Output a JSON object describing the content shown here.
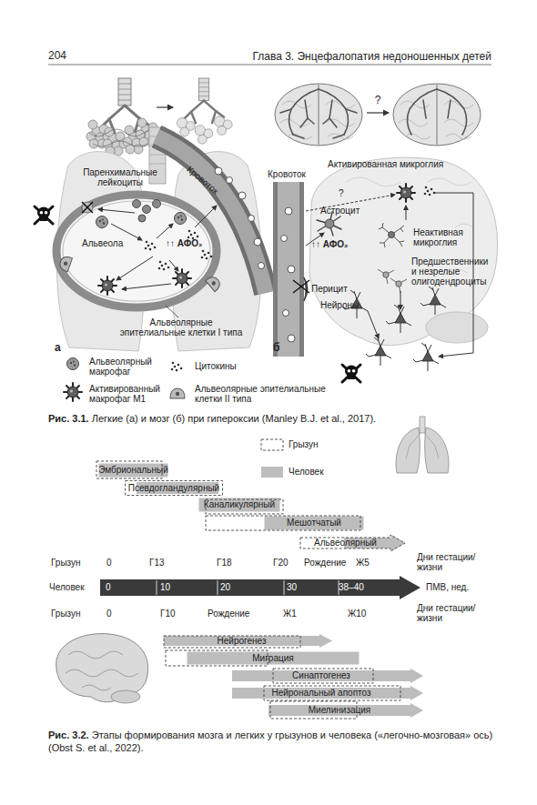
{
  "diagram": {
    "title": "Глава 3. Энцефалопатия недоношенных детей",
    "nodes": [
      {
        "text": [
          "Эмбриональный"
        ]
      },
      {
        "text": [
          "Псевдогландулярный"
        ]
      },
      {
        "text": [
          "Каналикулярный"
        ]
      },
      {
        "text": [
          "Мешотчатый"
        ]
      },
      {
        "text": [
          "Альвеолярный"
        ]
      },
      {
        "text": [
          "0",
          "10",
          "20",
          "30",
          "38–40"
        ]
      },
      {
        "text": [
          "Нейрогенез"
        ]
      },
      {
        "text": [
          "Миграция"
        ]
      },
      {
        "text": [
          "Синаптогенез"
        ]
      },
      {
        "text": [
          "Нейрональный апоптоз"
        ]
      },
      {
        "text": [
          "Миелинизация"
        ]
      }
    ],
    "labels": [
      "204",
      "Паренхимальные лейкоциты",
      "Кровоток",
      "Альвеола",
      "↑↑ АФО₂",
      "Альвеолярные эпителиальные клетки I типа",
      "а",
      "?",
      "Активированная микроглия",
      "Кровоток",
      "?",
      "Астроцит",
      "Неактивная микроглия",
      "↑↑ АФО₂",
      "Предшественники и незрелые олигодендроциты",
      "Перицит",
      "Нейроны",
      "б",
      "Рис. 3.1.",
      "Легкие (а) и мозг (б) при гипероксии (Manley B.J. et al., 2017).",
      "Грызун",
      "0",
      "Г13",
      "Г18",
      "Г20",
      "Рождение",
      "Ж5",
      "Дни гестации/ жизни",
      "Человек",
      "ПМВ, нед.",
      "Грызун",
      "0",
      "Г10",
      "Рождение",
      "Ж1",
      "Ж10",
      "Дни гестации/ жизни",
      "Рис. 3.2.",
      "Этапы формирования мозга и легких у грызунов и человека («легочно-мозговая» ось) (Obst S. et al., 2022)."
    ],
    "legend": [
      {
        "text": "Альвеолярный макрофаг"
      },
      {
        "text": "Активированный макрофаг M1"
      },
      {
        "text": "Цитокины"
      },
      {
        "text": "Альвеолярные эпителиальные клетки II типа"
      },
      {
        "text": "Грызун"
      },
      {
        "text": "Человек",
        "color": "#bdbdbd"
      }
    ]
  }
}
